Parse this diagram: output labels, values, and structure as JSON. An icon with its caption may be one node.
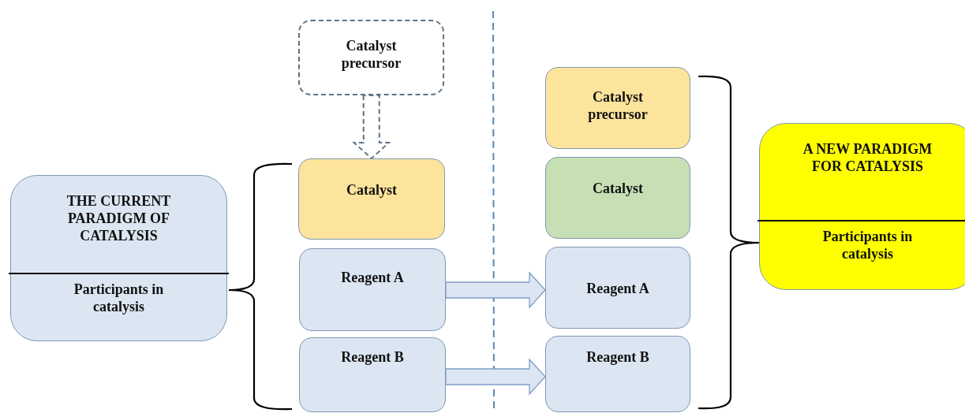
{
  "diagram": {
    "nodes": [
      {
        "text": [
          "THE CURRENT PARADIGM OF CATALYSIS",
          "Participants in catalysis"
        ]
      },
      {
        "text": [
          "Catalyst precursor"
        ]
      },
      {
        "text": [
          "Catalyst"
        ]
      },
      {
        "text": [
          "Reagent A"
        ]
      },
      {
        "text": [
          "Reagent B"
        ]
      },
      {
        "text": [
          "Catalyst precursor"
        ]
      },
      {
        "text": [
          "Catalyst"
        ]
      },
      {
        "text": [
          "Reagent A"
        ]
      },
      {
        "text": [
          "Reagent B"
        ]
      },
      {
        "text": [
          "A NEW PARADIGM FOR CATALYSIS",
          "Participants in catalysis"
        ]
      }
    ],
    "edges": [
      {
        "from": 1,
        "to": 2,
        "arrow": "to",
        "style": "dashed"
      },
      {
        "from": 3,
        "to": 7,
        "arrow": "to"
      },
      {
        "from": 4,
        "to": 8,
        "arrow": "to"
      }
    ]
  }
}
